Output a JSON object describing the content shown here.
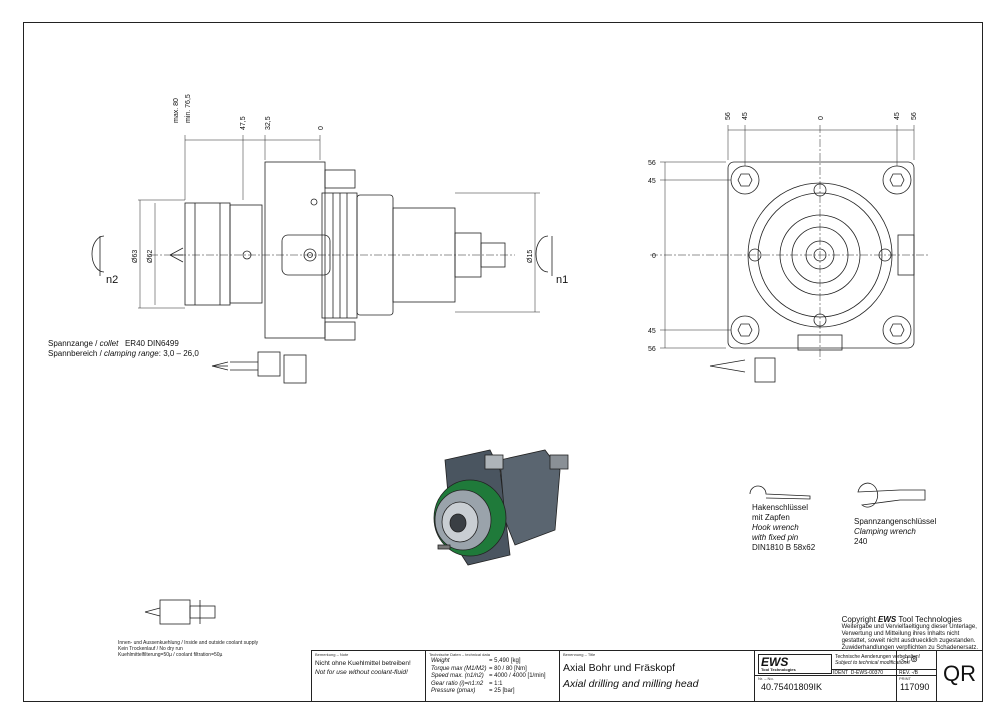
{
  "left_view": {
    "dims_top": [
      "max. 80",
      "min. 76,5",
      "47,5",
      "32,5",
      "0"
    ],
    "dia_left_outer": "Ø63",
    "dia_left_inner": "Ø62",
    "dia_right": "Ø15",
    "n2": "n2",
    "n1": "n1"
  },
  "right_view": {
    "dims_top": [
      "56",
      "45",
      "0",
      "45",
      "56"
    ],
    "dims_left": [
      "56",
      "45",
      "0",
      "45",
      "56"
    ]
  },
  "collet_info": {
    "line1_a": "Spannzange / ",
    "line1_b": "collet",
    "line1_c": "ER40    DIN6499",
    "line2_a": "Spannbereich / ",
    "line2_b": "clamping range",
    "line2_c": ": 3,0 – 26,0"
  },
  "hook_wrench": {
    "de1": "Hakenschlüssel",
    "de2": "mit Zapfen",
    "en1": "Hook wrench",
    "en2": "with fixed pin",
    "code": "DIN1810 B 58x62"
  },
  "clamping_wrench": {
    "de": "Spannzangenschlüssel",
    "en": "Clamping wrench",
    "code": "240"
  },
  "coolant_notes": [
    "Innen- und Aussenkuehlung / Inside and outside coolant supply",
    "Kein Trockenlauf / No dry run",
    "Kuehlmittelfilterung=50µ / coolant filtration=50µ"
  ],
  "copyright": {
    "title_a": "Copyright ",
    "title_b": "EWS",
    "title_c": " Tool Technologies",
    "lines": [
      "Weitergabe und Vervielfaeltigung dieser Unterlage,",
      "Verwertung und Mitteilung ihres Inhalts nicht",
      "gestattet, soweit nicht ausdruecklich zugestanden.",
      "Zuwiderhandlungen verpflichten zu Schadenersatz."
    ]
  },
  "title_block": {
    "remark_header": "Bemerkung – Note",
    "remark_de": "Nicht ohne Kuehlmittel betreiben!",
    "remark_en": "Not for use without coolant-fluid!",
    "tech_header": "Technische Daten – technical data",
    "tech_rows": [
      {
        "label": "Weight",
        "value": "=  5,490 [kg]"
      },
      {
        "label": "Torque max (M1/M2)",
        "value": "=  80 / 80 [Nm]"
      },
      {
        "label": "Speed max.  (n1/n2)",
        "value": "=  4000 / 4000 [1/min]"
      },
      {
        "label": "Gear ratio  (i)=n1:n2",
        "value": "=  1:1"
      },
      {
        "label": "Pressure     (pmax)",
        "value": "=  25 [bar]"
      }
    ],
    "name_header": "Benennung – Title",
    "name_de": "Axial Bohr und Fräskopf",
    "name_en": "Axial drilling and milling head",
    "company_logo": "EWS",
    "company_sub": "Tool Technologies",
    "changes_de": "Technische Aenderungen vorbehalten!",
    "changes_en": "Subject to technical modifications!",
    "ident_label": "IDENT",
    "ident_value": "D-EWS-00370",
    "rev_label": "REV.",
    "rev_value": "-/B",
    "no_label": "Nr. – No.",
    "part_no": "40.75401809IK",
    "print_label": "PRINT",
    "print_no": "117090",
    "qr": "QR"
  }
}
